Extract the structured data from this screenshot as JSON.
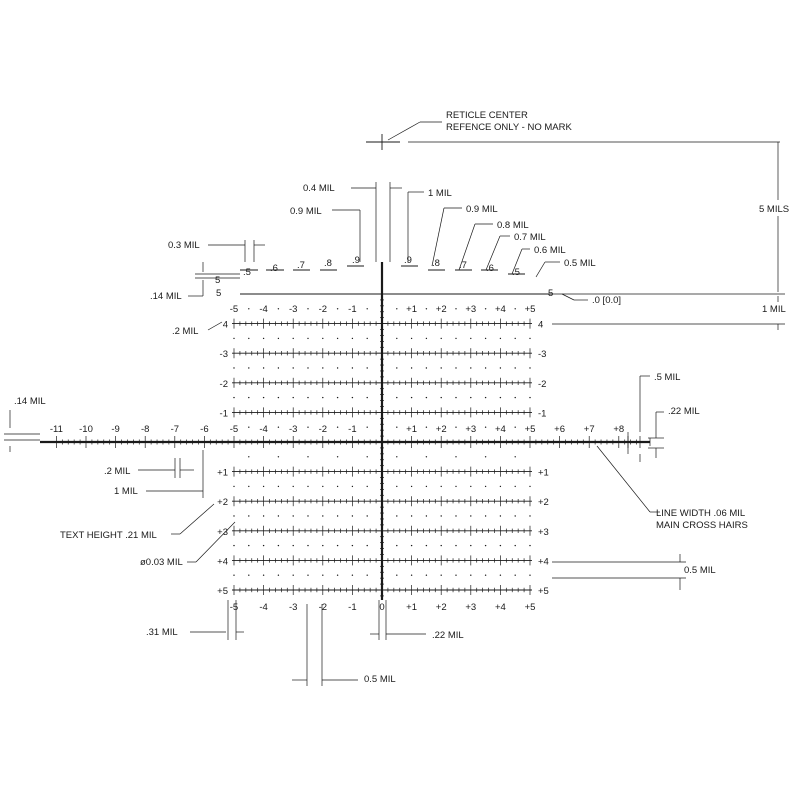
{
  "center_note": [
    "RETICLE CENTER",
    "REFENCE ONLY - NO MARK"
  ],
  "dims": {
    "five_mils": "5 MILS",
    "one_mil_right": "1 MIL",
    "half_mil_right_a": ".5 MIL",
    "point22_right": ".22 MIL",
    "half_mil_right_b": "0.5 MIL",
    "point14_top": ".14 MIL",
    "point14_left": ".14 MIL",
    "point2_left": ".2 MIL",
    "point3_mil": "0.3 MIL",
    "point4_mil": "0.4 MIL",
    "point9_left": "0.9 MIL",
    "one_mil_top": "1 MIL",
    "point2_mil_b": ".2 MIL",
    "one_mil_b": "1 MIL",
    "text_height": "TEXT HEIGHT .21 MIL",
    "dot_size": "ø0.03 MIL",
    "point31": ".31 MIL",
    "point22_bottom": ".22 MIL",
    "half_mil_bottom": "0.5 MIL",
    "zero_label": ".0 [0.0]"
  },
  "diag_labels": [
    "0.9 MIL",
    "0.8 MIL",
    "0.7 MIL",
    "0.6 MIL",
    "0.5 MIL"
  ],
  "line_width_note": [
    "LINE WIDTH .06 MIL",
    "MAIN CROSS HAIRS"
  ],
  "top_scale_left": [
    ".5",
    ".6",
    ".7",
    ".8",
    ".9"
  ],
  "top_scale_right": [
    ".9",
    ".8",
    ".7",
    ".6",
    ".5"
  ],
  "row_labels_upper": [
    "5",
    "4",
    "-3",
    "-2",
    "-1"
  ],
  "row_labels_upper_right": [
    "5",
    "4",
    "-3",
    "-2",
    "-1"
  ],
  "row_labels_lower": [
    "+1",
    "+2",
    "+3",
    "+4",
    "+5"
  ],
  "row_top_numbers": [
    "-5",
    "-4",
    "-3",
    "-2",
    "-1",
    "+1",
    "+2",
    "+3",
    "+4",
    "+5"
  ],
  "main_axis_numbers": [
    "-11",
    "-10",
    "-9",
    "-8",
    "-7",
    "-6",
    "-5",
    "-4",
    "-3",
    "-2",
    "-1",
    "+1",
    "+2",
    "+3",
    "+4",
    "+5",
    "+6",
    "+7",
    "+8"
  ],
  "row_upper_inner": [
    "-5",
    "-4",
    "-3",
    "-2",
    "-1",
    "+1",
    "+2",
    "+3",
    "+4",
    "+5"
  ],
  "bottom_numbers": [
    "-5",
    "-4",
    "-3",
    "-2",
    "-1",
    "0",
    "+1",
    "+2",
    "+3",
    "+4",
    "+5"
  ]
}
